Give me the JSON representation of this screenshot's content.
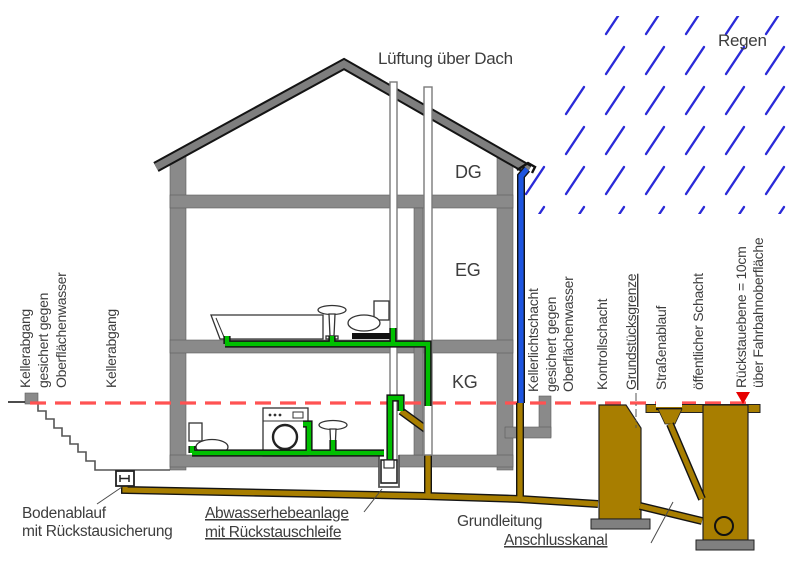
{
  "labels": {
    "ventilation_roof": "Lüftung über Dach",
    "rain": "Regen",
    "floor_attic": "DG",
    "floor_ground": "EG",
    "floor_basement": "KG"
  },
  "rotated_labels": {
    "cellar_exit_secured": {
      "l1": "Kellerabgang",
      "l2": "gesichert gegen",
      "l3": "Oberflächenwasser"
    },
    "cellar_exit": "Kellerabgang",
    "light_shaft_secured": {
      "l1": "Kellerlichtschacht",
      "l2": "gesichert gegen",
      "l3": "Oberflächenwasser"
    },
    "inspection_shaft": "Kontrollschacht",
    "property_boundary": "Grundstücksgrenze",
    "street_drain": "Straßenablauf",
    "public_shaft": "öffentlicher Schacht",
    "backflow_level": {
      "l1": "Rückstauebene = 10cm",
      "l2": "über Fahrbahnoberfläche"
    }
  },
  "bottom_labels": {
    "floor_drain_l1": "Bodenablauf",
    "floor_drain_l2": "mit Rückstausicherung",
    "lifting_unit_l1": "Abwasserhebeanlage",
    "lifting_unit_l2": "mit Rückstauschleife",
    "base_pipe": "Grundleitung",
    "connection_channel": "Anschlusskanal"
  },
  "colors": {
    "wall_gray": "#8a8a8a",
    "roof_gray": "#7e7e7e",
    "pipe_green": "#00c000",
    "pipe_brown": "#a87e00",
    "rain_blue": "#2a2ad8",
    "downpipe_blue": "#1d55e0",
    "backflow_red": "#ff5252",
    "label_red": "#e60000",
    "base_gray": "#808080"
  }
}
